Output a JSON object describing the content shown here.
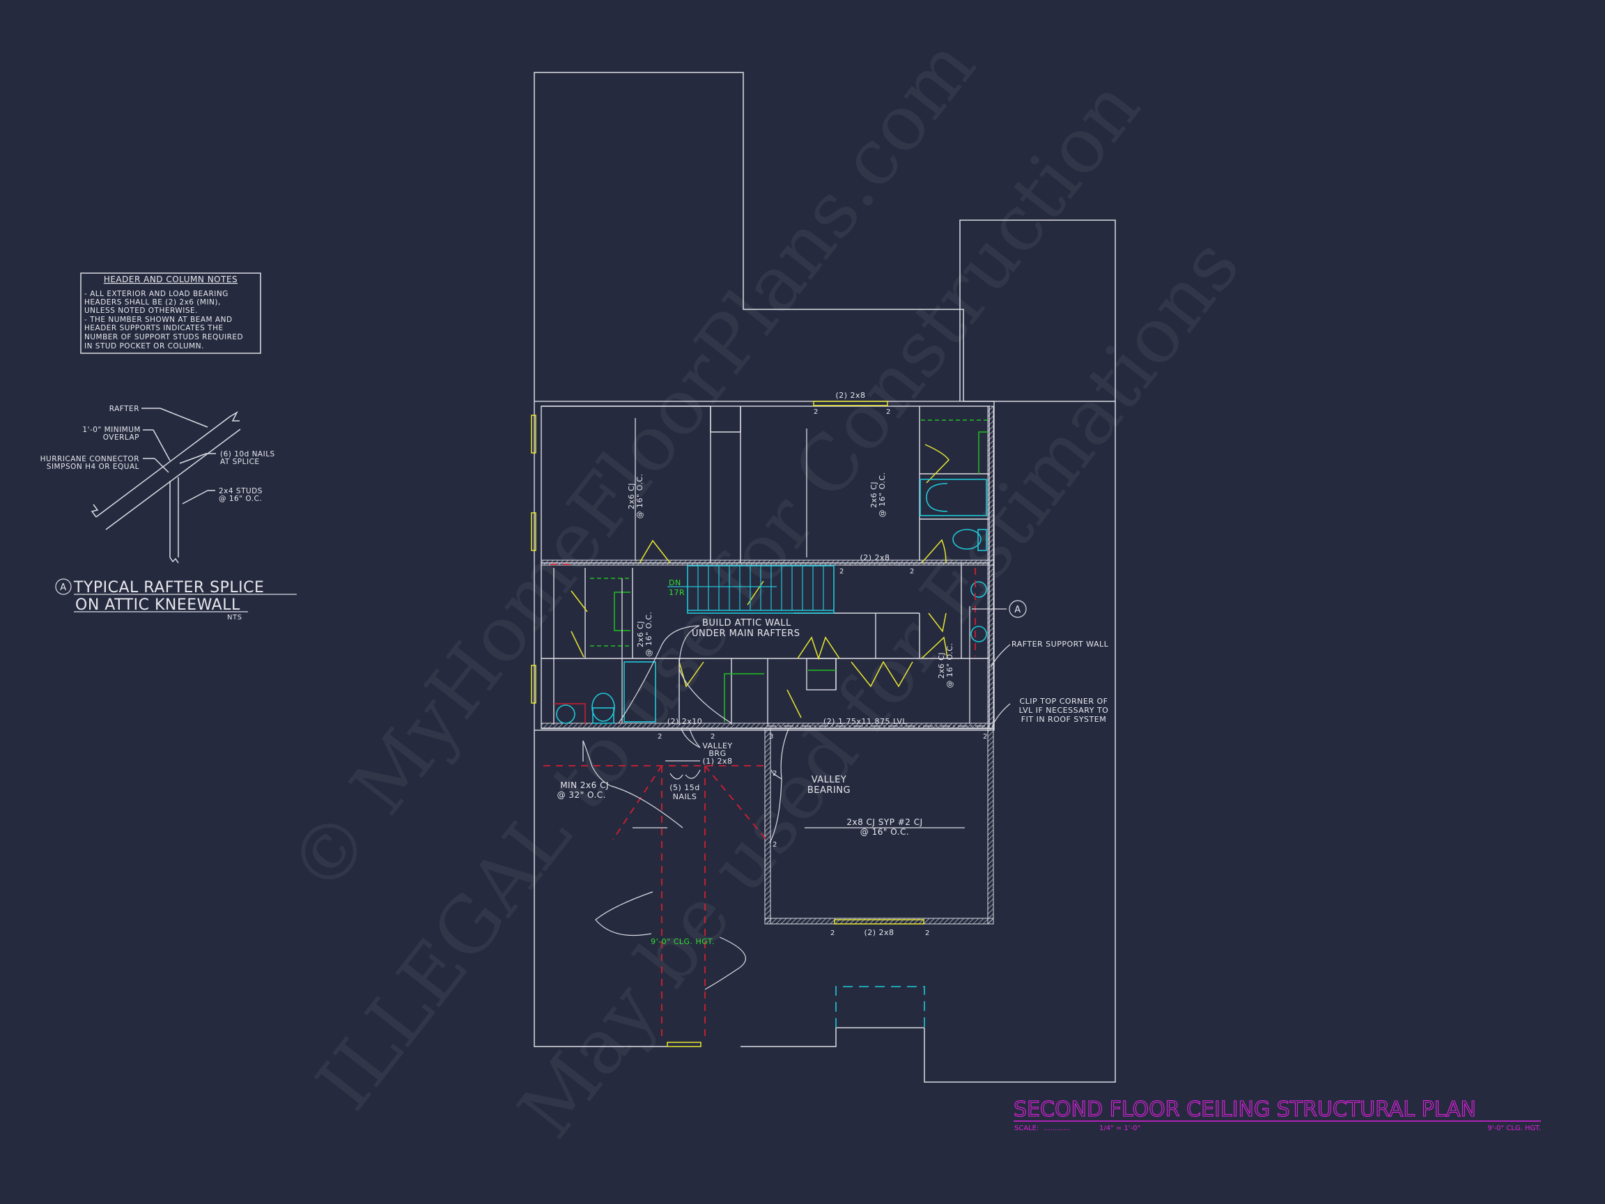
{
  "title_block": {
    "title": "SECOND FLOOR CEILING STRUCTURAL PLAN",
    "scale_label": "SCALE:",
    "scale_leader": "............",
    "scale_value": "1/4\" = 1'-0\"",
    "ceiling_height": "9'-0\" CLG. HGT.",
    "color": "#e020e0"
  },
  "notes": {
    "heading": "HEADER AND COLUMN NOTES",
    "lines": [
      "- ALL EXTERIOR AND LOAD BEARING",
      "HEADERS SHALL BE (2) 2x6 (MIN),",
      "UNLESS NOTED OTHERWISE.",
      "- THE NUMBER SHOWN AT BEAM AND",
      "HEADER SUPPORTS INDICATES THE",
      "NUMBER OF SUPPORT STUDS REQUIRED",
      "IN STUD POCKET OR COLUMN."
    ]
  },
  "detail": {
    "tag": "A",
    "title_line1": "TYPICAL RAFTER SPLICE",
    "title_line2": "ON ATTIC KNEEWALL",
    "nts": "NTS",
    "labels": {
      "rafter": "RAFTER",
      "overlap_1": "1'-0\" MINIMUM",
      "overlap_2": "OVERLAP",
      "connector_1": "HURRICANE CONNECTOR",
      "connector_2": "SIMPSON H4 OR EQUAL",
      "nails_1": "(6) 10d NAILS",
      "nails_2": "AT SPLICE",
      "studs_1": "2x4 STUDS",
      "studs_2": "@ 16\" O.C."
    }
  },
  "plan": {
    "headers": {
      "top_window": "(2) 2x8",
      "hall_header": "(2) 2x8",
      "bath_header": "(2) 2x10",
      "lvl_beam": "(2) 1.75x11.875 LVL",
      "front_window": "(2) 2x8",
      "valley_ridge": "(1) 2x8"
    },
    "stud_counts": {
      "top_window_left": "2",
      "top_window_right": "2",
      "hall_left": "2",
      "hall_right": "2",
      "bath_left": "2",
      "bath_right": "2",
      "lvl_left": "3",
      "lvl_right": "2",
      "valley_upper": "2",
      "valley_lower": "2",
      "front_left": "2",
      "front_right": "2"
    },
    "joists": {
      "cj_1a": "2x6 CJ",
      "cj_1b": "@ 16\" O.C.",
      "cj_2a": "2x6 CJ",
      "cj_2b": "@ 16\" O.C.",
      "cj_3a": "2x6 CJ",
      "cj_3b": "@ 16\" O.C.",
      "cj_4a": "2x6 CJ",
      "cj_4b": "@ 16\" O.C.",
      "cj_5a": "2x8 CJ SYP #2 CJ",
      "cj_5b": "@ 16\" O.C.",
      "min_cj_a": "MIN 2x6 CJ",
      "min_cj_b": "@ 32\" O.C."
    },
    "stairs": {
      "dir": "DN",
      "risers": "17R"
    },
    "callouts": {
      "attic_1": "BUILD ATTIC WALL",
      "attic_2": "UNDER MAIN RAFTERS",
      "rafter_wall": "RAFTER SUPPORT WALL",
      "clip_1": "CLIP TOP CORNER OF",
      "clip_2": "LVL IF NECESSARY TO",
      "clip_3": "FIT IN ROOF SYSTEM",
      "valley_brg_1": "VALLEY",
      "valley_brg_2": "BRG",
      "valley_bearing_1": "VALLEY",
      "valley_bearing_2": "BEARING",
      "nails_1": "(5) 15d",
      "nails_2": "NAILS",
      "clg_hgt": "9'-0\" CLG. HGT.",
      "section_tag": "A"
    }
  },
  "watermark": {
    "line1": "© MyHomeFloorPlans.com",
    "line2": "ILLEGAL to use for Construction",
    "line3": "May be used for Estimations"
  },
  "colors": {
    "background": "#252a3e",
    "lines": "#dcdce4",
    "doors": "#e8e830",
    "fixtures": "#20c8d8",
    "shelves": "#20c020",
    "valley": "#d02030",
    "clg_text": "#30e030"
  }
}
